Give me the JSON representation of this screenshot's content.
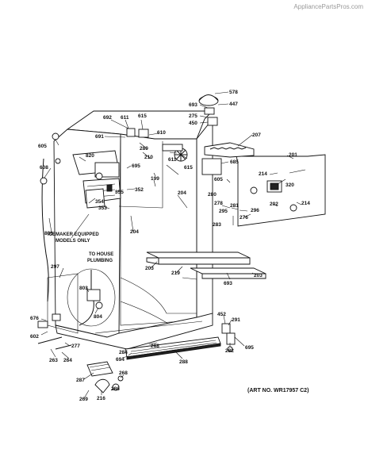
{
  "watermark": "AppliancePartsPros.com",
  "art_no": "(ART NO. WR17957 C2)",
  "notes": {
    "icemaker_1": "ICEMAKER EQUIPPED",
    "icemaker_2": "MODELS ONLY",
    "plumbing_1": "TO HOUSE",
    "plumbing_2": "PLUMBING"
  },
  "callouts": [
    "578",
    "447",
    "693",
    "275",
    "450",
    "692",
    "611",
    "615",
    "610",
    "691",
    "280",
    "210",
    "207",
    "820",
    "605",
    "611",
    "615",
    "695",
    "685",
    "201",
    "214",
    "320",
    "280",
    "605",
    "608",
    "355",
    "352",
    "199",
    "204",
    "204",
    "214",
    "202",
    "354",
    "353",
    "295",
    "281",
    "296",
    "276",
    "283",
    "278",
    "806",
    "203",
    "219",
    "297",
    "693",
    "203",
    "803",
    "804",
    "452",
    "291",
    "676",
    "602",
    "277",
    "282",
    "695",
    "284",
    "288",
    "694",
    "263",
    "264",
    "288",
    "287",
    "268",
    "216",
    "286",
    "269"
  ]
}
